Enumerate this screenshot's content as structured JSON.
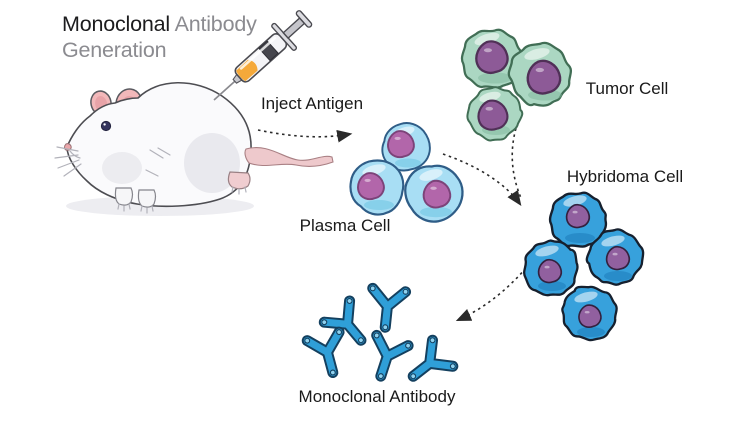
{
  "title": {
    "part_dark": "Monoclonal",
    "part_gray_inline": "Antibody",
    "part_gray_line2": "Generation"
  },
  "labels": {
    "inject_antigen": "Inject Antigen",
    "plasma_cell": "Plasma Cell",
    "tumor_cell": "Tumor Cell",
    "hybridoma_cell": "Hybridoma Cell",
    "monoclonal_antibody": "Monoclonal Antibody"
  },
  "colors": {
    "title_dark": "#1c1c1e",
    "title_gray": "#8b8b90",
    "label_text": "#1a1a1a",
    "arrow": "#2a2a2a",
    "plasma_body": "#a8def4",
    "plasma_outline": "#2f5d87",
    "plasma_nucleus": "#b266aa",
    "tumor_body": "#abd7c2",
    "tumor_outline": "#416e55",
    "tumor_nucleus": "#8d5a97",
    "hybridoma_body": "#37a1dc",
    "hybridoma_outline": "#16202e",
    "hybridoma_nucleus": "#91609f",
    "antibody_blue": "#2f9fd8",
    "syringe_orange": "#f5a93a",
    "mouse_pink": "#f2b8ba"
  }
}
